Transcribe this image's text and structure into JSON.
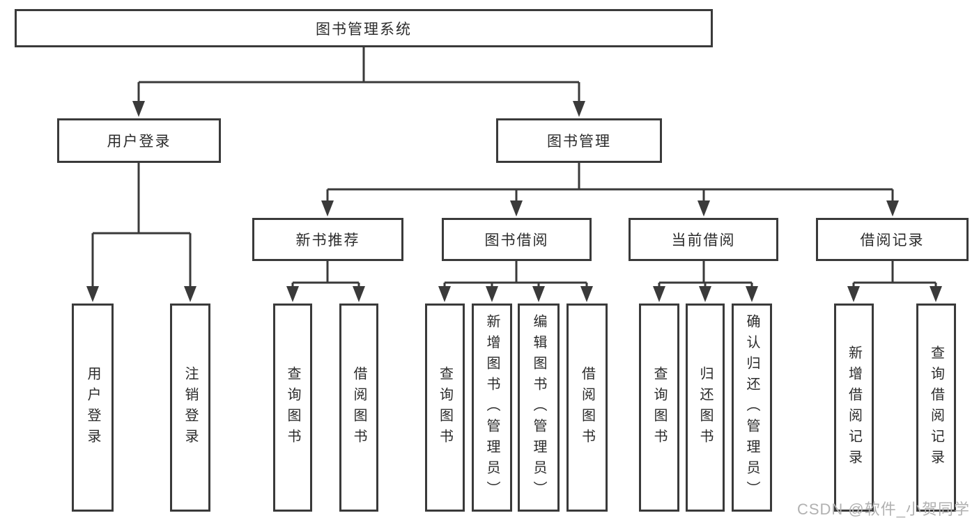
{
  "colors": {
    "line": "#3a3a3a",
    "border": "#3a3a3a",
    "text": "#2b2b2b",
    "background": "#ffffff",
    "watermark": "#b1b1b1"
  },
  "watermark": "CSDN @软件_小贺同学",
  "tree": {
    "label": "图书管理系统",
    "children": [
      {
        "label": "用户登录",
        "children": [
          {
            "label": "用户登录"
          },
          {
            "label": "注销登录"
          }
        ]
      },
      {
        "label": "图书管理",
        "children": [
          {
            "label": "新书推荐",
            "children": [
              {
                "label": "查询图书"
              },
              {
                "label": "借阅图书"
              }
            ]
          },
          {
            "label": "图书借阅",
            "children": [
              {
                "label": "查询图书"
              },
              {
                "label": "新增图书（管理员）"
              },
              {
                "label": "编辑图书（管理员）"
              },
              {
                "label": "借阅图书"
              }
            ]
          },
          {
            "label": "当前借阅",
            "children": [
              {
                "label": "查询图书"
              },
              {
                "label": "归还图书"
              },
              {
                "label": "确认归还（管理员）"
              }
            ]
          },
          {
            "label": "借阅记录",
            "children": [
              {
                "label": "新增借阅记录"
              },
              {
                "label": "查询借阅记录"
              }
            ]
          }
        ]
      }
    ]
  }
}
